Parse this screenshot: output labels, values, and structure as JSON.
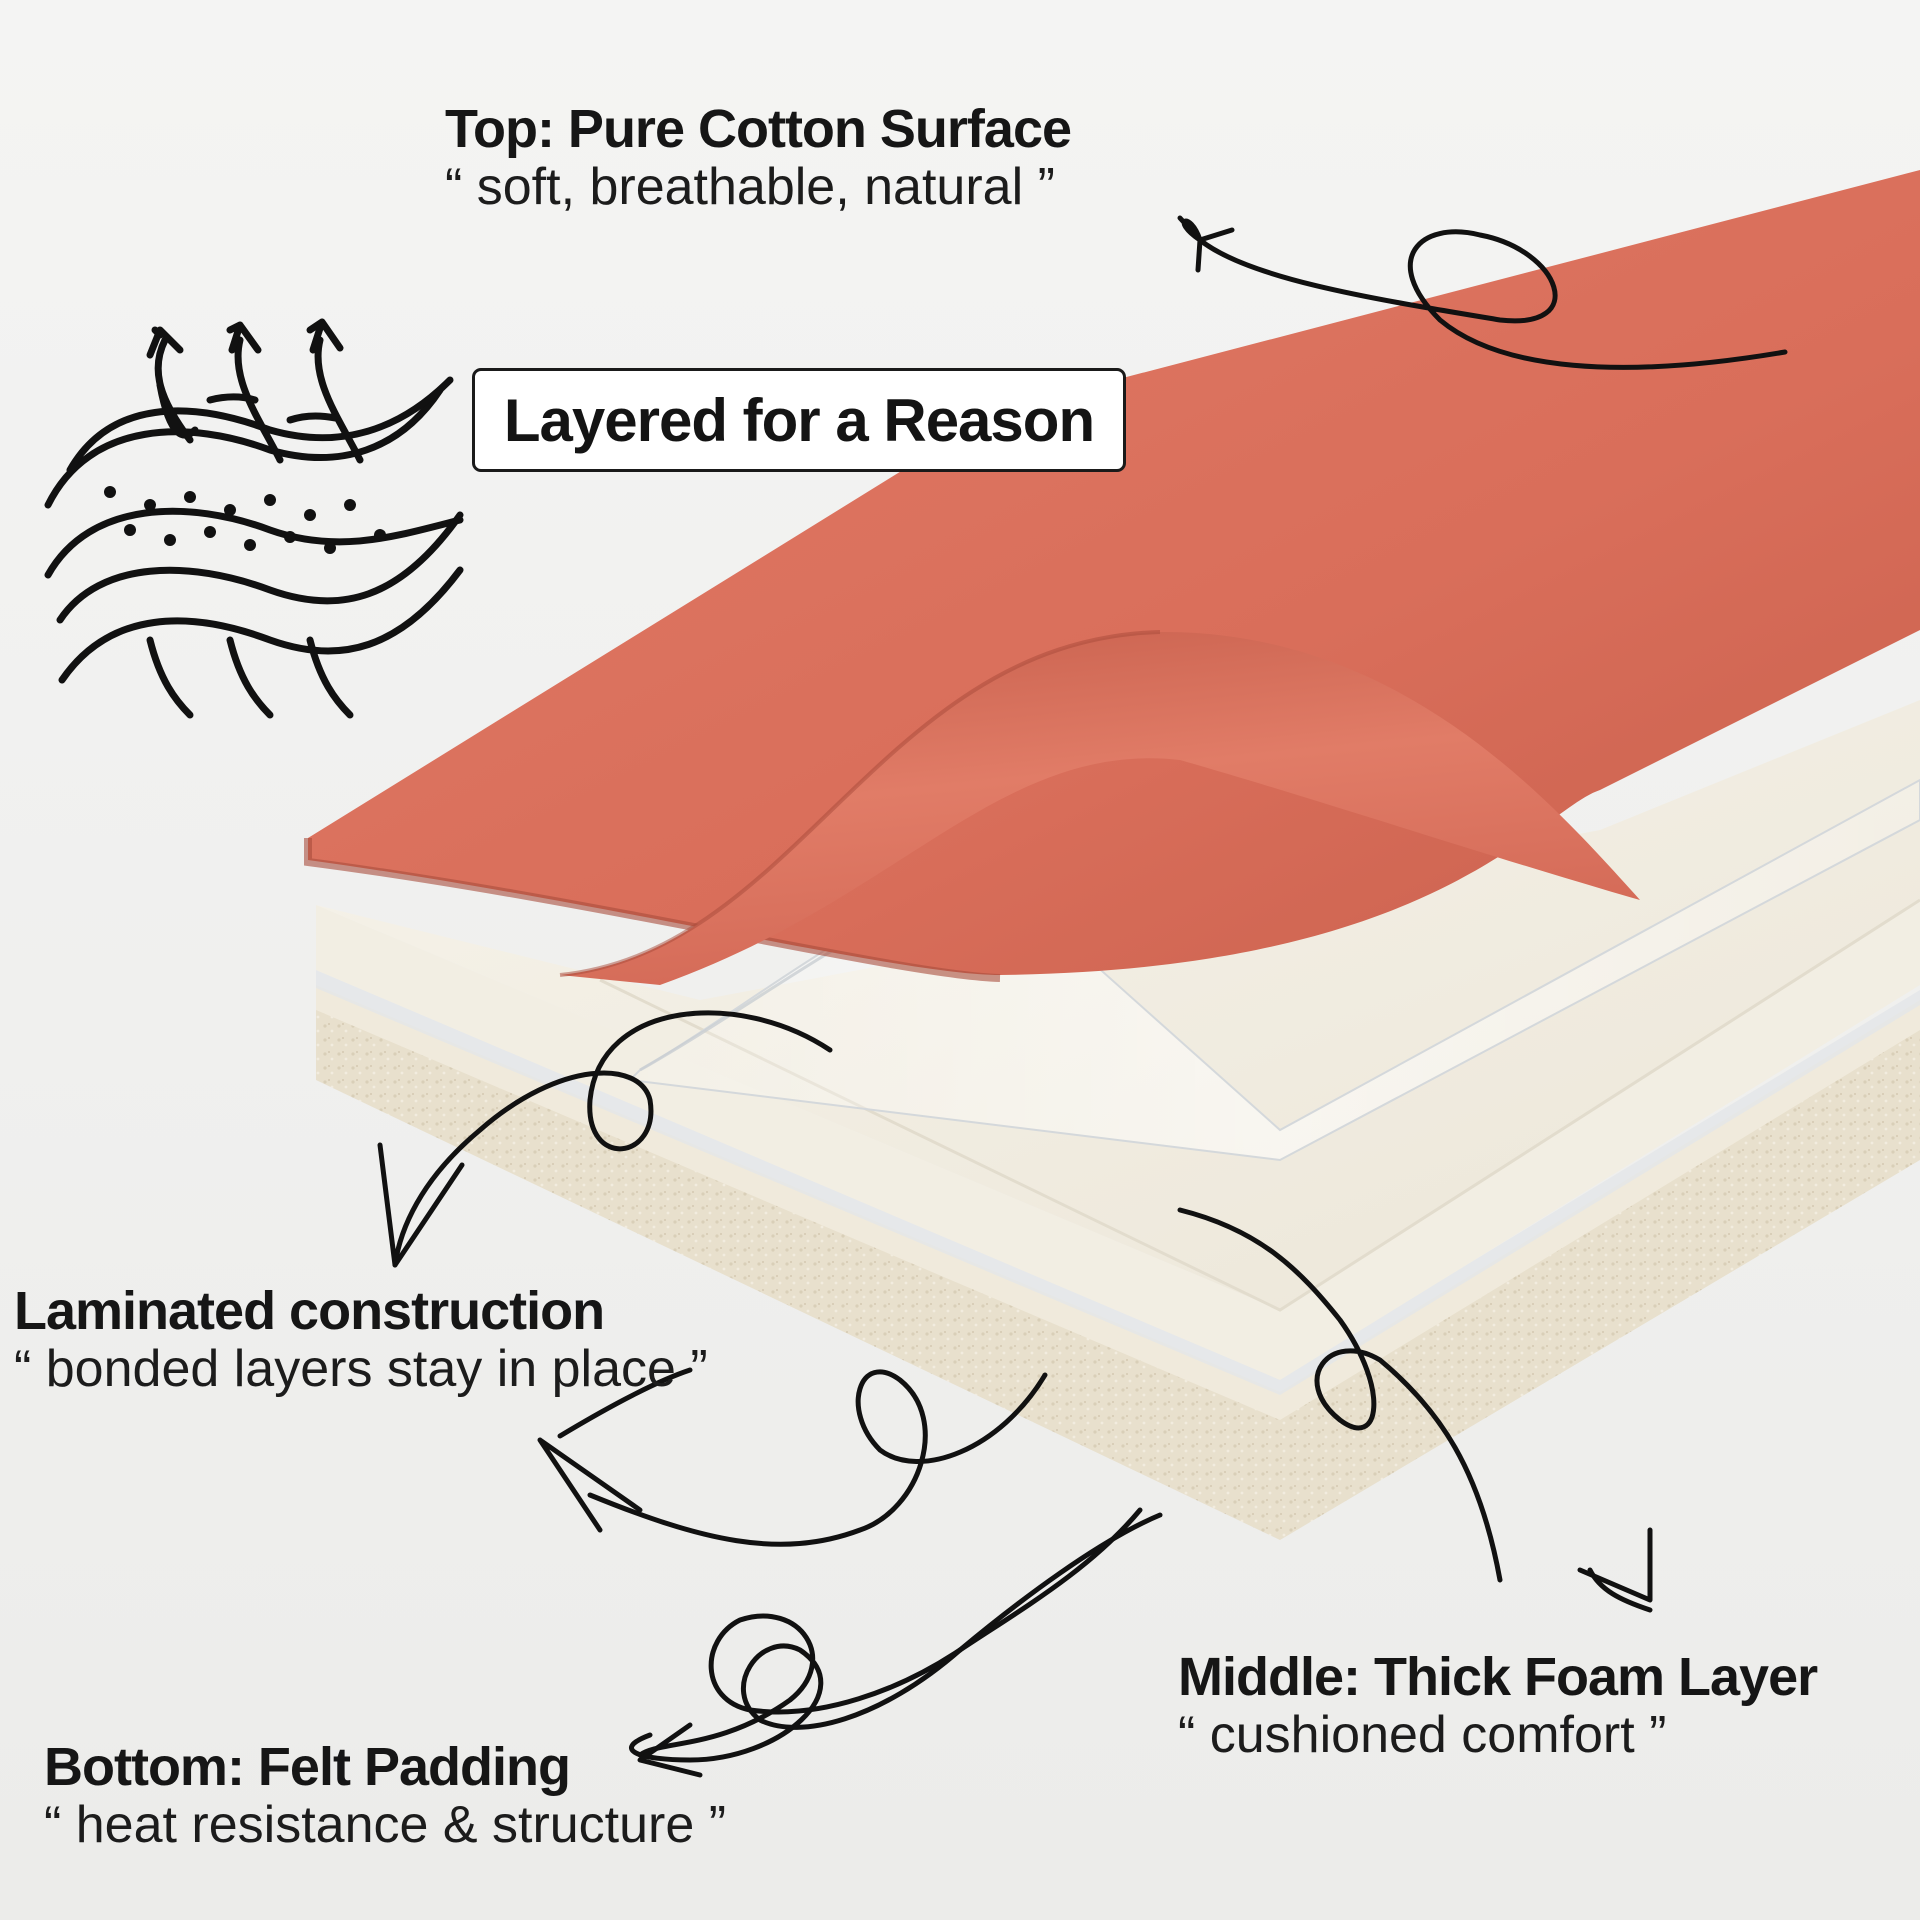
{
  "badge": {
    "text": "Layered for a Reason"
  },
  "labels": {
    "top": {
      "title": "Top: Pure Cotton Surface",
      "subtitle": "“ soft, breathable, natural ”"
    },
    "laminated": {
      "title": "Laminated construction",
      "subtitle": "“ bonded layers stay in place ”"
    },
    "middle": {
      "title": "Middle: Thick Foam Layer",
      "subtitle": "“ cushioned comfort ”"
    },
    "bottom": {
      "title": "Bottom: Felt Padding",
      "subtitle": "“ heat resistance & structure ”"
    }
  },
  "colors": {
    "background": "#f1f1f0",
    "cotton": "#d9705d",
    "cotton_dark": "#b85646",
    "foam": "#f3efe4",
    "felt": "#e9e2d0",
    "ink": "#161616"
  },
  "icons": [
    "breathable-layers-icon",
    "curly-arrow-icon"
  ]
}
